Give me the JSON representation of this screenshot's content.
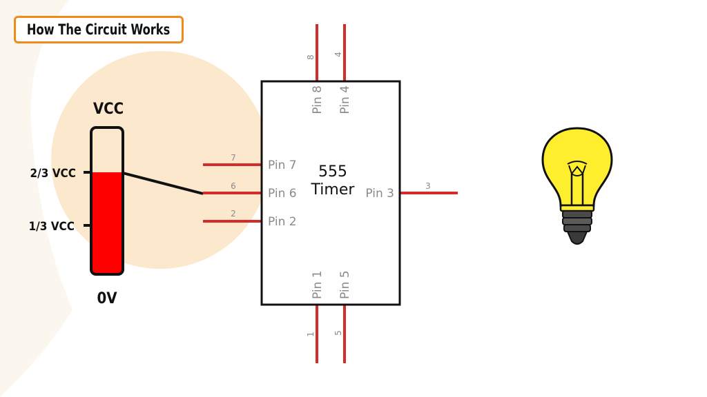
{
  "title": "How The Circuit Works",
  "meter": {
    "top_label": "VCC",
    "bottom_label": "0V",
    "marks": [
      "2/3 VCC",
      "1/3 VCC"
    ],
    "fill_fraction": 0.7,
    "fill_color": "#ff0000"
  },
  "chip": {
    "name_line1": "555",
    "name_line2": "Timer",
    "pins": {
      "pin8": {
        "label": "Pin 8",
        "number": "8"
      },
      "pin4": {
        "label": "Pin 4",
        "number": "4"
      },
      "pin7": {
        "label": "Pin 7",
        "number": "7"
      },
      "pin6": {
        "label": "Pin 6",
        "number": "6"
      },
      "pin2": {
        "label": "Pin 2",
        "number": "2"
      },
      "pin3": {
        "label": "Pin 3",
        "number": "3"
      },
      "pin1": {
        "label": "Pin 1",
        "number": "1"
      },
      "pin5": {
        "label": "Pin 5",
        "number": "5"
      }
    }
  },
  "colors": {
    "wire": "#d42b2b",
    "orange_accent": "#f08a1c",
    "bulb_glass": "#ffee2e"
  },
  "icons": {
    "output": "light-bulb-icon"
  }
}
